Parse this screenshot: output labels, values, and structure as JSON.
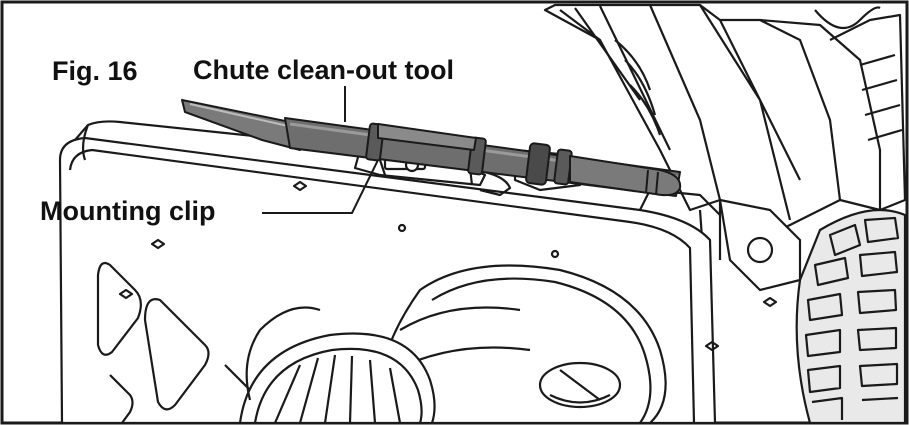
{
  "figure": {
    "number": "Fig. 16",
    "labels": {
      "tool": "Chute clean-out tool",
      "clip": "Mounting clip"
    }
  },
  "colors": {
    "line": "#1a1a1a",
    "tool": "#6e6e6e",
    "tool_dark": "#4a4a4a",
    "tool_light": "#9a9a9a",
    "tire": "#e0e0e0",
    "paper": "#ffffff"
  }
}
